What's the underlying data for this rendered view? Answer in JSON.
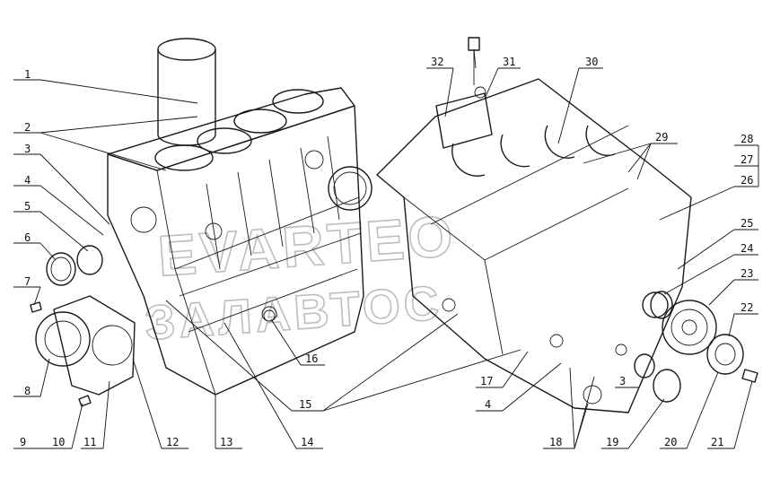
{
  "watermark": {
    "line1": "EVARTEO",
    "line2": "ЗАЛАВТОС"
  },
  "labels": [
    "1",
    "2",
    "3",
    "4",
    "5",
    "6",
    "7",
    "8",
    "9",
    "10",
    "11",
    "12",
    "13",
    "14",
    "15",
    "16",
    "17",
    "4",
    "3",
    "18",
    "19",
    "20",
    "21",
    "22",
    "23",
    "24",
    "25",
    "26",
    "27",
    "28",
    "29",
    "30",
    "31",
    "32"
  ]
}
